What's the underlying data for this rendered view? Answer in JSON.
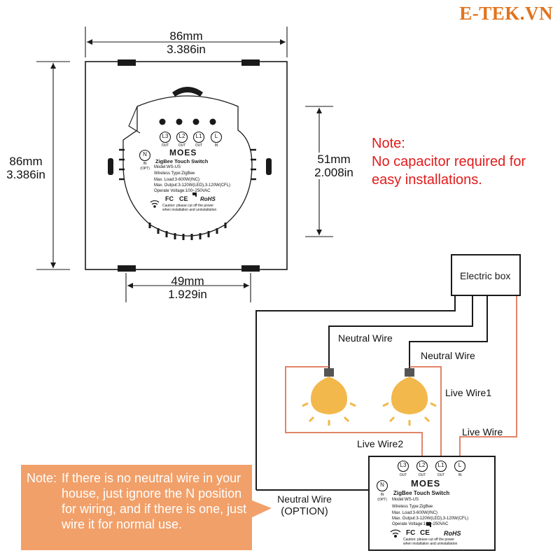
{
  "brand": "E-TEK.VN",
  "dimensions": {
    "top_mm": "86mm",
    "top_in": "3.386in",
    "left_mm": "86mm",
    "left_in": "3.386in",
    "right_mm": "51mm",
    "right_in": "2.008in",
    "bottom_mm": "49mm",
    "bottom_in": "1.929in"
  },
  "note_red": {
    "title": "Note:",
    "text": "No capacitor required for easy installations."
  },
  "module": {
    "brand": "MOES",
    "terminals": [
      "L3",
      "L2",
      "L1",
      "L"
    ],
    "terminal_sub": [
      "OUT",
      "OUT",
      "OUT",
      "IN"
    ],
    "neutral": "N",
    "neutral_sub1": "IN",
    "neutral_sub2": "(OPT)",
    "title": "ZigBee Touch Switch",
    "model": "Model:WS-US",
    "wireless": "Wireless Type:ZigBee",
    "max_load": "Max. Load:3-600W(INC)",
    "max_output": "Max. Output:3-120W(LED),3-120W(CFL)",
    "voltage": "Operate Voltage:100~250VAC",
    "cert_fc": "FC",
    "cert_ce": "CE",
    "cert_rohs": "RoHS",
    "caution1": "Caution: please cut off the power",
    "caution2": "when installation and uninstallation"
  },
  "wiring": {
    "electric_box": "Electric box",
    "neutral_wire_1": "Neutral Wire",
    "neutral_wire_2": "Neutral Wire",
    "live_wire1": "Live Wire1",
    "live_wire2": "Live Wire2",
    "live_wire": "Live Wire",
    "neutral_option_1": "Neutral Wire",
    "neutral_option_2": "(OPTION)"
  },
  "note_box": {
    "label": "Note:",
    "text": "If there is no neutral wire in your house, just ignore the N position for wiring, and if there is one, just wire it for normal use."
  },
  "colors": {
    "brand": "#e2731c",
    "note_red": "#e21b1b",
    "note_box": "#f1a06a",
    "live_wire": "#e2846a",
    "bulb": "#f2b84b"
  }
}
